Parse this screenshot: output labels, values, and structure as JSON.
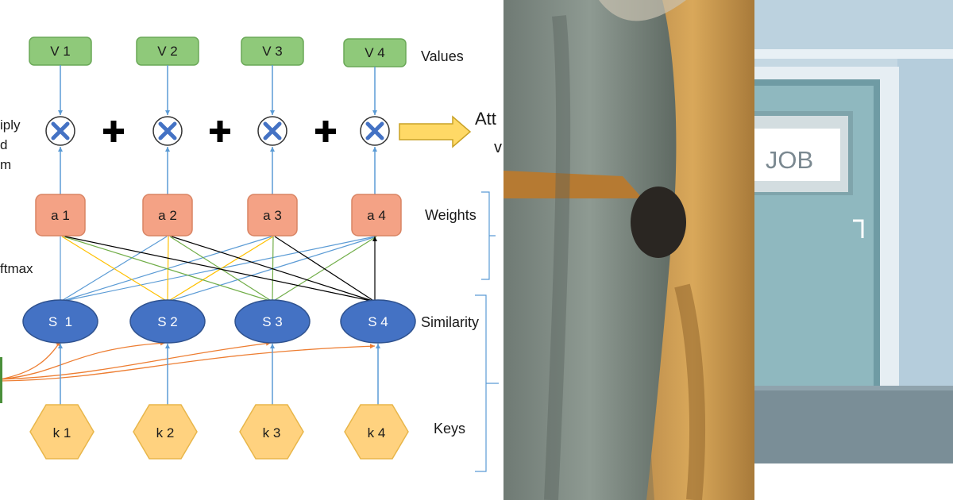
{
  "diagram": {
    "values": [
      "V 1",
      "V 2",
      "V 3",
      "V 4"
    ],
    "weights": [
      "a 1",
      "a 2",
      "a 3",
      "a 4"
    ],
    "similarities": [
      "S  1",
      "S 2",
      "S 3",
      "S 4"
    ],
    "keys": [
      "k 1",
      "k 2",
      "k 3",
      "k 4"
    ],
    "row_labels": {
      "values": "Values",
      "weights": "Weights",
      "similarity": "Similarity",
      "keys": "Keys"
    },
    "left_labels": [
      "iply",
      "d",
      "m",
      "ftmax"
    ],
    "output_label": [
      "Att",
      "v"
    ],
    "colors": {
      "value_box": "#8fc97a",
      "weight_box": "#f4a285",
      "similarity": "#4472c4",
      "key_hex": "#ffd27f",
      "arrow": "#5b9bd5",
      "query_arrow": "#ed7d31",
      "output_arrow": "#ffc000"
    }
  },
  "door_sign": "JOB"
}
